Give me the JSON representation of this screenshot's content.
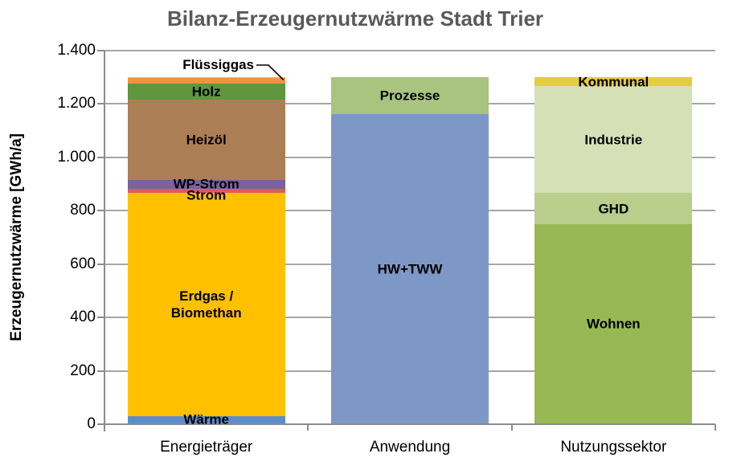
{
  "title": "Bilanz-Erzeugernutzwärme Stadt Trier",
  "y_axis": {
    "label": "Erzeugernutzwärme [GWh/a]",
    "tick_labels": [
      "1.400",
      "1.200",
      "1.000",
      "800",
      "600",
      "400",
      "200",
      "0"
    ],
    "min": 0,
    "max": 1400,
    "step": 200
  },
  "chart_data": {
    "type": "bar",
    "stacked": true,
    "title": "Bilanz-Erzeugernutzwärme Stadt Trier",
    "ylabel": "Erzeugernutzwärme [GWh/a]",
    "unit": "GWh/a",
    "ylim": [
      0,
      1400
    ],
    "grid": true,
    "categories": [
      "Energieträger",
      "Anwendung",
      "Nutzungssektor"
    ],
    "bars": [
      {
        "category": "Energieträger",
        "total": 1300,
        "segments": [
          {
            "id": "waerme",
            "label": "Wärme",
            "value": 30,
            "color": "#5E8CC9"
          },
          {
            "id": "erdgas",
            "label": "Erdgas / Biomethan",
            "label_lines": [
              "Erdgas /",
              "Biomethan"
            ],
            "value": 835,
            "color": "#FFC000"
          },
          {
            "id": "strom",
            "label": "Strom",
            "value": 15,
            "color": "#E5585A"
          },
          {
            "id": "wp_strom",
            "label": "WP-Strom",
            "value": 35,
            "color": "#7A639E"
          },
          {
            "id": "heizoel",
            "label": "Heizöl",
            "value": 300,
            "color": "#AC7E55"
          },
          {
            "id": "holz",
            "label": "Holz",
            "value": 60,
            "color": "#5F963E"
          },
          {
            "id": "fluessiggas",
            "label": "Flüssiggas",
            "value": 20,
            "color": "#E9973F",
            "label_outside": true
          },
          {
            "id": "top_sliver",
            "label": "",
            "value": 5,
            "color": "#B4C4D8"
          }
        ]
      },
      {
        "category": "Anwendung",
        "total": 1300,
        "segments": [
          {
            "id": "hw_tww",
            "label": "HW+TWW",
            "value": 1160,
            "color": "#7D98C7"
          },
          {
            "id": "prozesse",
            "label": "Prozesse",
            "value": 140,
            "color": "#A9C47E"
          }
        ]
      },
      {
        "category": "Nutzungssektor",
        "total": 1300,
        "segments": [
          {
            "id": "wohnen",
            "label": "Wohnen",
            "value": 750,
            "color": "#97B854"
          },
          {
            "id": "ghd",
            "label": "GHD",
            "value": 115,
            "color": "#B9CE8A"
          },
          {
            "id": "industrie",
            "label": "Industrie",
            "value": 400,
            "color": "#D6E0B7"
          },
          {
            "id": "kommunal",
            "label": "Kommunal",
            "value": 35,
            "color": "#E4CD3E"
          }
        ]
      }
    ]
  }
}
